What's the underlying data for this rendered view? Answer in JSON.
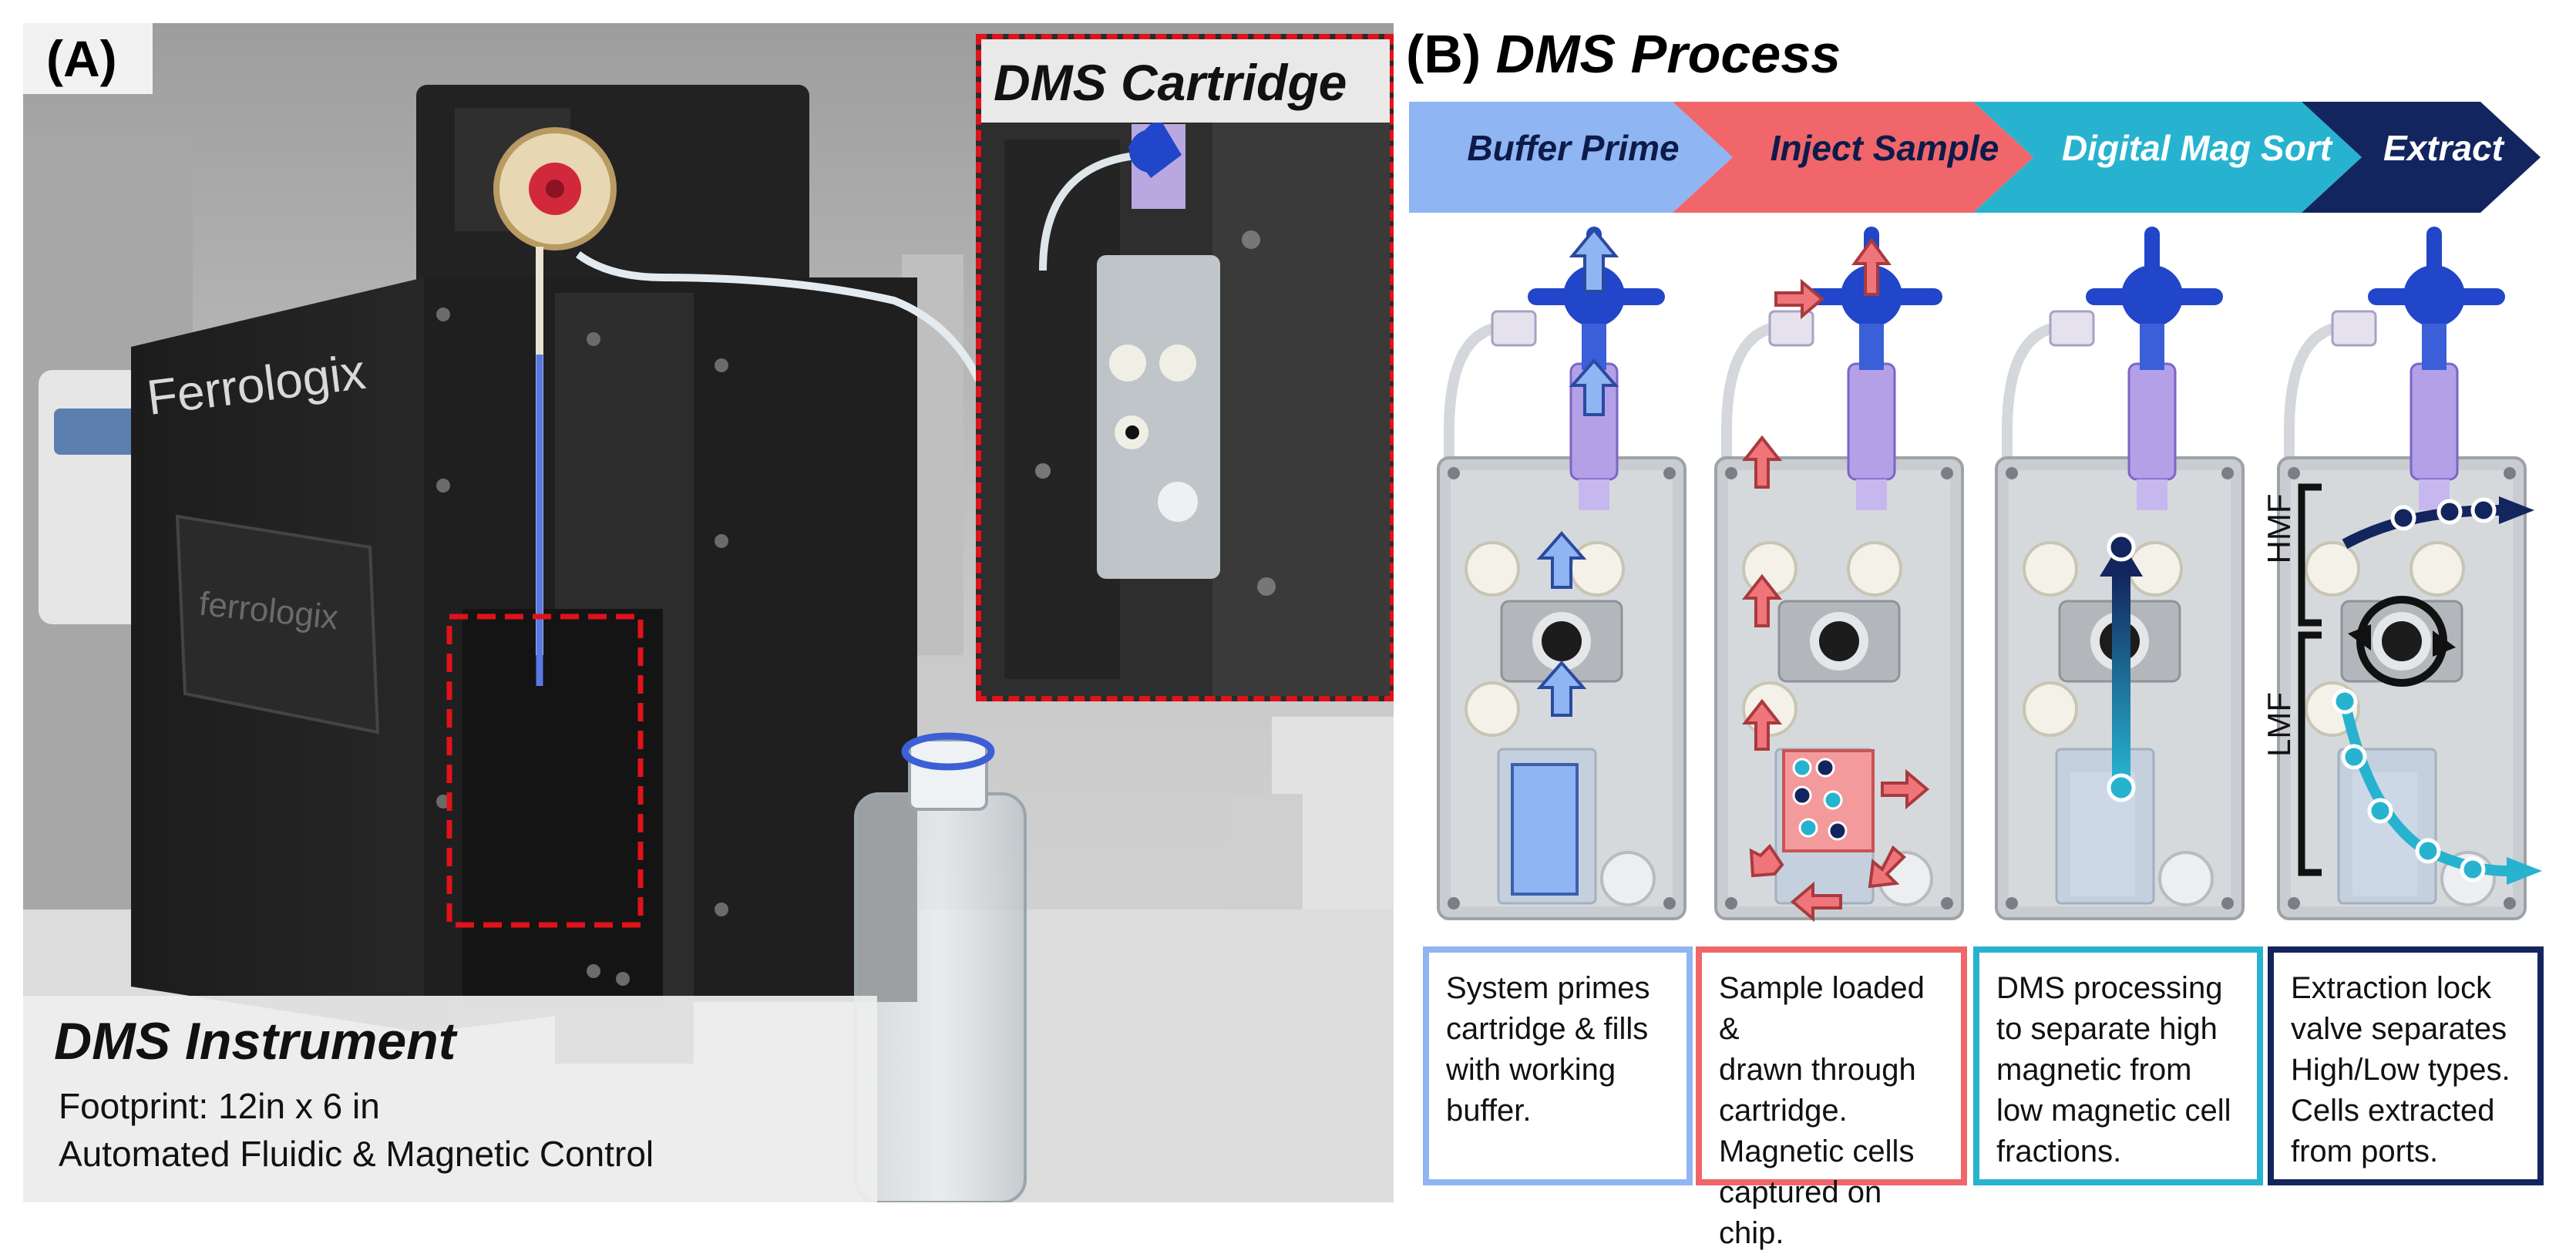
{
  "panel_a": {
    "label": "(A)",
    "inset_title": "DMS Cartridge",
    "brand_logo": "Ferrologix",
    "brand_plate": "ferrologix",
    "caption_title": "DMS Instrument",
    "caption_line1": "Footprint: 12in x 6 in",
    "caption_line2": "Automated Fluidic & Magnetic Control"
  },
  "panel_b": {
    "label": "(B)",
    "title": "DMS Process",
    "steps": [
      {
        "label": "Buffer Prime",
        "color": "#8fb5f2",
        "text_color": "#0d1b4a",
        "description": "System primes\ncartridge & fills\nwith working\nbuffer."
      },
      {
        "label": "Inject Sample",
        "color": "#f0666a",
        "text_color": "#0d1b4a",
        "description": "Sample loaded &\ndrawn through\ncartridge.\nMagnetic cells\ncaptured on chip."
      },
      {
        "label": "Digital Mag Sort",
        "color": "#27b3cf",
        "text_color": "#ffffff",
        "description": "DMS processing\nto separate high\nmagnetic from\nlow magnetic cell\nfractions."
      },
      {
        "label": "Extract",
        "color": "#13255e",
        "text_color": "#ffffff",
        "description": "Extraction lock\nvalve separates\nHigh/Low types.\nCells extracted\nfrom ports."
      }
    ],
    "extract_labels": {
      "high": "HMF",
      "low": "LMF"
    }
  },
  "colors": {
    "accent_red": "#e0121a",
    "buffer_blue": "#8fb5f2",
    "sample_red": "#f0666a",
    "sort_cyan": "#27b3cf",
    "extract_navy": "#13255e",
    "valve_blue": "#2146c9"
  }
}
